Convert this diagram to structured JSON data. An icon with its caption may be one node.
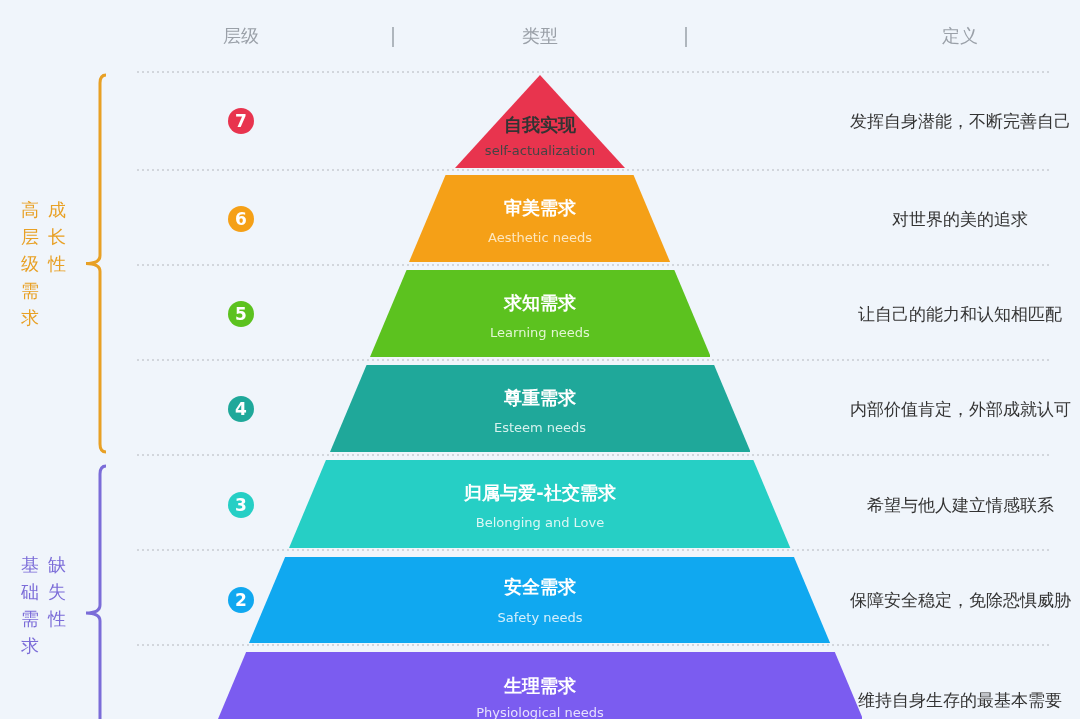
{
  "diagram": {
    "nodes": [
      {
        "text": [
          "自我实现",
          "self-actualization"
        ]
      },
      {
        "text": [
          "审美需求",
          "Aesthetic needs"
        ]
      },
      {
        "text": [
          "求知需求",
          "Learning needs"
        ]
      },
      {
        "text": [
          "尊重需求",
          "Esteem needs"
        ]
      },
      {
        "text": [
          "归属与爱-社交需求",
          "Belonging and Love"
        ]
      },
      {
        "text": [
          "安全需求",
          "Safety needs"
        ]
      },
      {
        "text": [
          "生理需求",
          "Physiological needs"
        ]
      },
      {
        "text": [
          "7"
        ]
      },
      {
        "text": [
          "6"
        ]
      },
      {
        "text": [
          "5"
        ]
      },
      {
        "text": [
          "4"
        ]
      },
      {
        "text": [
          "3"
        ]
      },
      {
        "text": [
          "2"
        ]
      }
    ],
    "edges": [],
    "labels": [
      "层级",
      "类型",
      "定义",
      "高层级需求",
      "成长性",
      "基础需求",
      "缺失性",
      "发挥自身潜能，不断完善自己",
      "对世界的美的追求",
      "让自己的能力和认知相匹配",
      "内部价值肯定，外部成就认可",
      "希望与他人建立情感联系",
      "保障安全稳定，免除恐惧威胁",
      "维持自身生存的最基本需要"
    ]
  }
}
